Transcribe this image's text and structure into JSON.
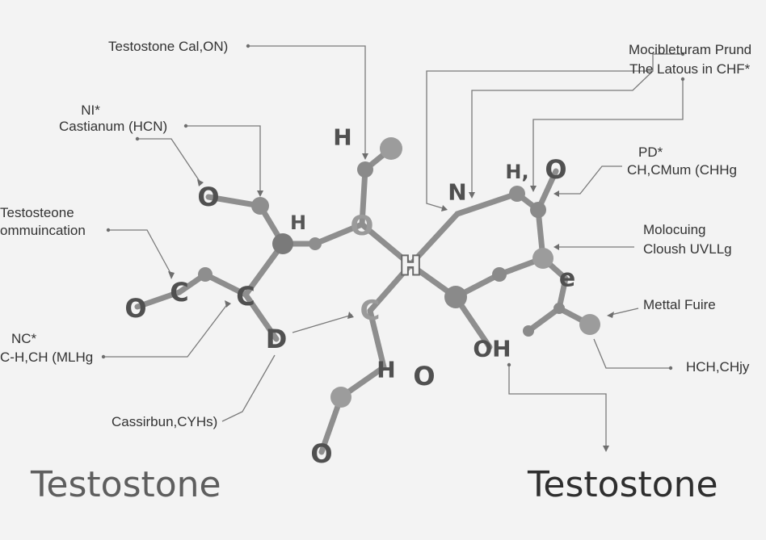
{
  "colors": {
    "background": "#f3f3f3",
    "bond": "#8e8e8e",
    "atom_light": "#9c9c9c",
    "atom_dark": "#585858",
    "leader": "#7a7a7a",
    "label_text": "#333333"
  },
  "labels": {
    "testosterone_cal_on": "Testostone Cal,ON)",
    "ni_star": "NI*",
    "castianum_hcn": "Castianum (HCN)",
    "testosteone": "Testosteone",
    "ommuincation": "ommuincation",
    "nc_star": "NC*",
    "chh_ch_mlhg": "C-H,CH (MLHg",
    "cassirbun": "Cassirbun,CYHs)",
    "mocibleturam_prund": "Mocibleturam Prund",
    "the_latous_in_chf": "The Latous in CHF*",
    "pd_star": "PD*",
    "ch_cmum_chhg": "CH,CMum (CHHg",
    "molocuing": "Molocuing",
    "cloush_uvllg": "Cloush UVLLg",
    "mettal_fuire": "Mettal Fuire",
    "hch_chjy": "HCH,CHjy"
  },
  "atom_labels": {
    "h_top": "H",
    "o_upper_left": "O",
    "h_left": "H",
    "o_center_top": "O",
    "n_upper": "N",
    "h_right": "H,",
    "o_right": "O",
    "h_center": "H",
    "o_far_left": "O",
    "c_left": "C",
    "c_mid_left": "C",
    "d_lower": "D",
    "c_center_lower": "C",
    "oh_right": "OH",
    "e_right": "e",
    "h_bottom": "H",
    "o_bottom_right": "O",
    "o_bottom": "O"
  },
  "titles": {
    "left": "Testostone",
    "right": "Testostone"
  }
}
